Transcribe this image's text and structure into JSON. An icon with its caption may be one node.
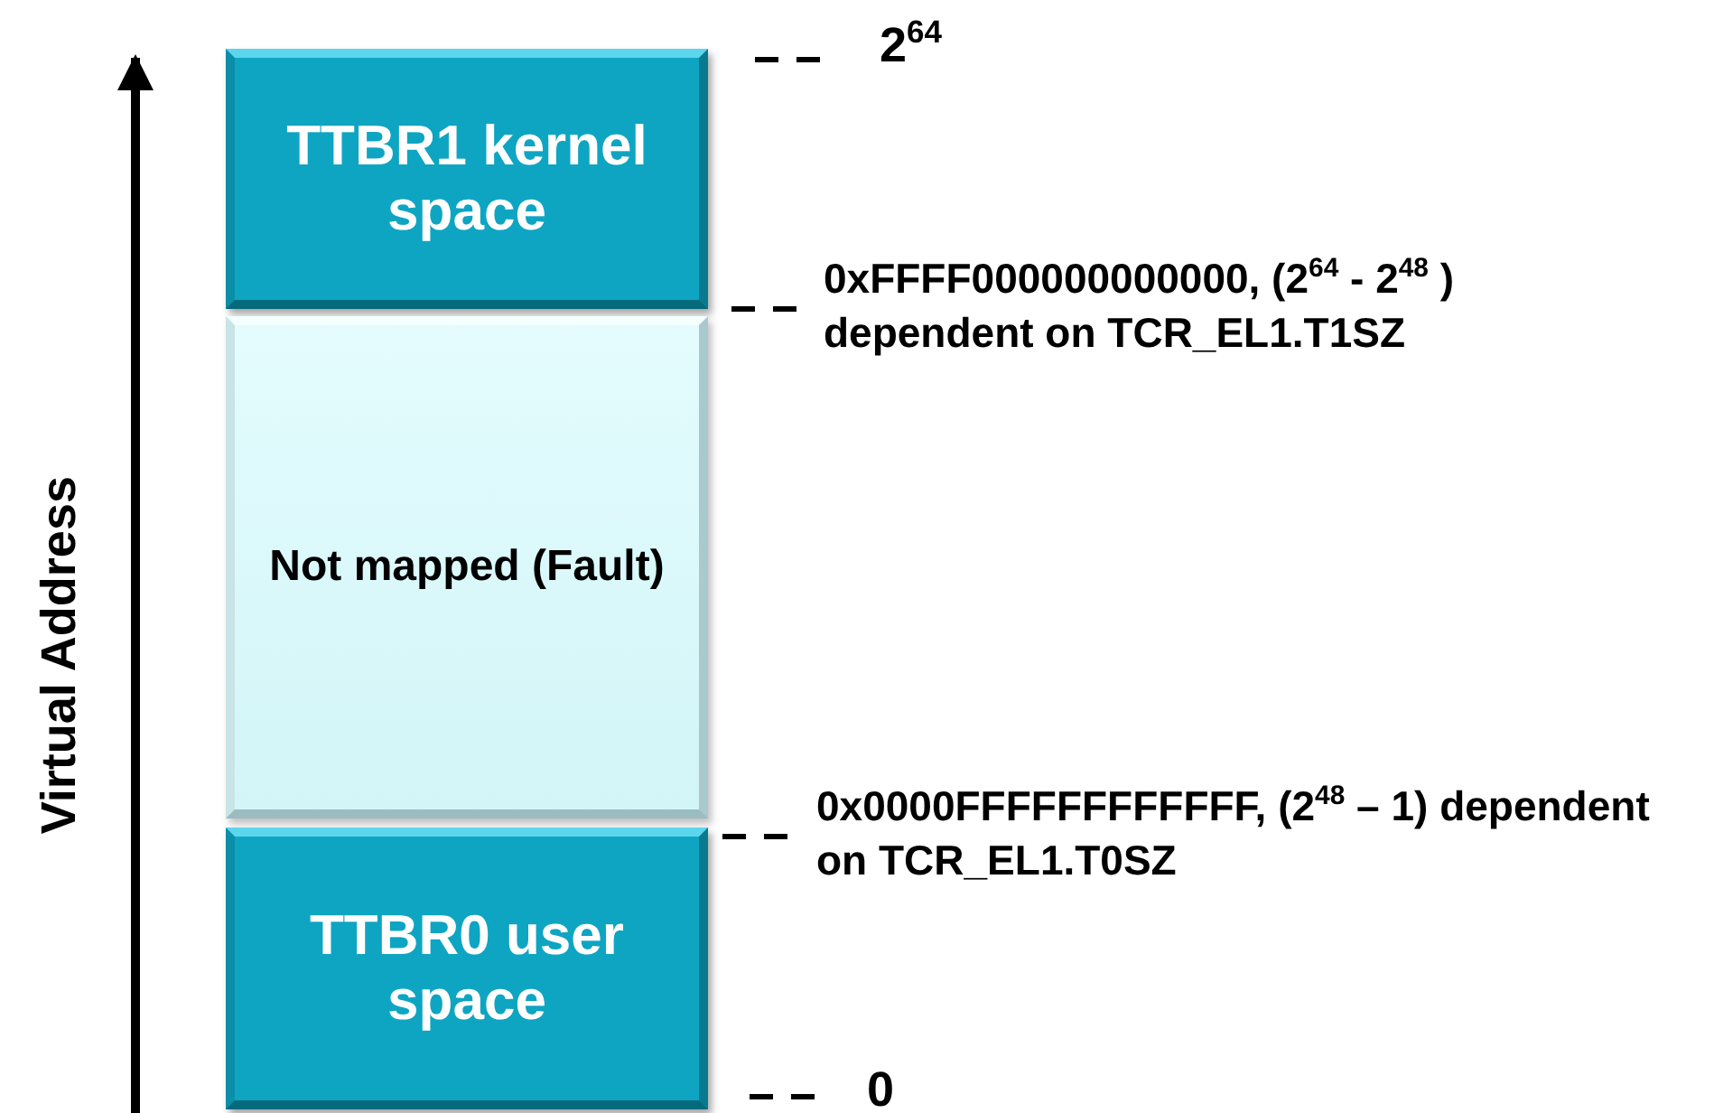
{
  "diagram": {
    "nodes": [
      {
        "text": [
          "TTBR1 kernel space"
        ]
      },
      {
        "text": [
          "Not mapped (Fault)"
        ]
      },
      {
        "text": [
          "TTBR0 user space"
        ]
      }
    ],
    "labels": [
      "2$^{64}$",
      "0xFFFF000000000000, (2$^{64}$ - 2$^{48}$ ) dependent on TCR_EL1.T1SZ",
      "Virtual Address",
      "0x0000FFFFFFFFFFFF, (2$^{48}$ – 1) dependent on TCR_EL1.T0SZ",
      "0"
    ]
  }
}
